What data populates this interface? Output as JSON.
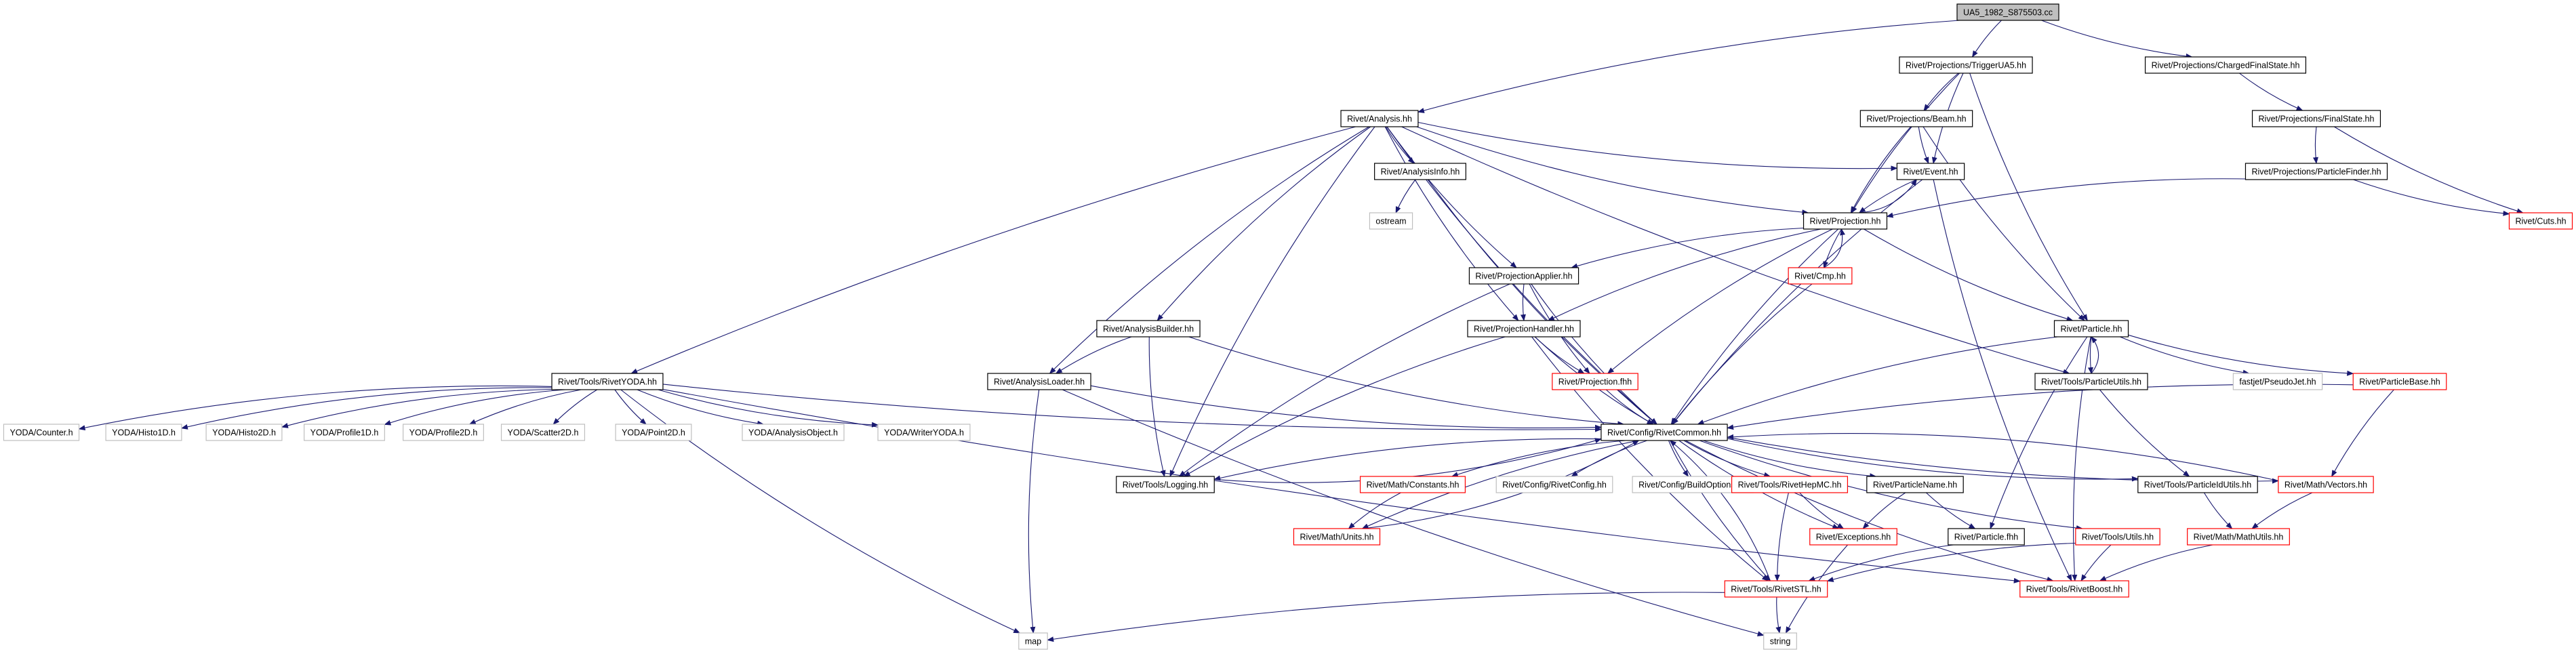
{
  "diagram": {
    "nodes": [
      {
        "id": "root",
        "label": "UA5_1982_S875503.cc",
        "style": "root"
      },
      {
        "id": "analysis",
        "label": "Rivet/Analysis.hh",
        "style": "normal"
      },
      {
        "id": "trigger",
        "label": "Rivet/Projections/TriggerUA5.hh",
        "style": "normal"
      },
      {
        "id": "chargedfs",
        "label": "Rivet/Projections/ChargedFinalState.hh",
        "style": "normal"
      },
      {
        "id": "finalstate",
        "label": "Rivet/Projections/FinalState.hh",
        "style": "normal"
      },
      {
        "id": "beam",
        "label": "Rivet/Projections/Beam.hh",
        "style": "normal"
      },
      {
        "id": "particlefinder",
        "label": "Rivet/Projections/ParticleFinder.hh",
        "style": "normal"
      },
      {
        "id": "analysisinfo",
        "label": "Rivet/AnalysisInfo.hh",
        "style": "normal"
      },
      {
        "id": "event",
        "label": "Rivet/Event.hh",
        "style": "normal"
      },
      {
        "id": "cuts",
        "label": "Rivet/Cuts.hh",
        "style": "red"
      },
      {
        "id": "ostream",
        "label": "ostream",
        "style": "gray"
      },
      {
        "id": "projection",
        "label": "Rivet/Projection.hh",
        "style": "normal"
      },
      {
        "id": "cmp",
        "label": "Rivet/Cmp.hh",
        "style": "red"
      },
      {
        "id": "projapplier",
        "label": "Rivet/ProjectionApplier.hh",
        "style": "normal"
      },
      {
        "id": "analysisbuilder",
        "label": "Rivet/AnalysisBuilder.hh",
        "style": "normal"
      },
      {
        "id": "projhandler",
        "label": "Rivet/ProjectionHandler.hh",
        "style": "normal"
      },
      {
        "id": "particle",
        "label": "Rivet/Particle.hh",
        "style": "normal"
      },
      {
        "id": "rivetyoda",
        "label": "Rivet/Tools/RivetYODA.hh",
        "style": "normal"
      },
      {
        "id": "analysisloader",
        "label": "Rivet/AnalysisLoader.hh",
        "style": "normal"
      },
      {
        "id": "projectionfhh",
        "label": "Rivet/Projection.fhh",
        "style": "red"
      },
      {
        "id": "particleutils",
        "label": "Rivet/Tools/ParticleUtils.hh",
        "style": "normal"
      },
      {
        "id": "pseudojet",
        "label": "fastjet/PseudoJet.hh",
        "style": "gray"
      },
      {
        "id": "particlebase",
        "label": "Rivet/ParticleBase.hh",
        "style": "red"
      },
      {
        "id": "counter",
        "label": "YODA/Counter.h",
        "style": "gray"
      },
      {
        "id": "histo1d",
        "label": "YODA/Histo1D.h",
        "style": "gray"
      },
      {
        "id": "histo2d",
        "label": "YODA/Histo2D.h",
        "style": "gray"
      },
      {
        "id": "profile1d",
        "label": "YODA/Profile1D.h",
        "style": "gray"
      },
      {
        "id": "profile2d",
        "label": "YODA/Profile2D.h",
        "style": "gray"
      },
      {
        "id": "scatter2d",
        "label": "YODA/Scatter2D.h",
        "style": "gray"
      },
      {
        "id": "point2d",
        "label": "YODA/Point2D.h",
        "style": "gray"
      },
      {
        "id": "analysisobject",
        "label": "YODA/AnalysisObject.h",
        "style": "gray"
      },
      {
        "id": "writeryoda",
        "label": "YODA/WriterYODA.h",
        "style": "gray"
      },
      {
        "id": "common",
        "label": "Rivet/Config/RivetCommon.hh",
        "style": "normal"
      },
      {
        "id": "logging",
        "label": "Rivet/Tools/Logging.hh",
        "style": "normal"
      },
      {
        "id": "constants",
        "label": "Rivet/Math/Constants.hh",
        "style": "red"
      },
      {
        "id": "rivetconfig",
        "label": "Rivet/Config/RivetConfig.hh",
        "style": "gray"
      },
      {
        "id": "buildoptions",
        "label": "Rivet/Config/BuildOptions.hh",
        "style": "gray"
      },
      {
        "id": "hepmc",
        "label": "Rivet/Tools/RivetHepMC.hh",
        "style": "red"
      },
      {
        "id": "particlename",
        "label": "Rivet/ParticleName.hh",
        "style": "normal"
      },
      {
        "id": "particleidutils",
        "label": "Rivet/Tools/ParticleIdUtils.hh",
        "style": "normal"
      },
      {
        "id": "vectors",
        "label": "Rivet/Math/Vectors.hh",
        "style": "red"
      },
      {
        "id": "units",
        "label": "Rivet/Math/Units.hh",
        "style": "red"
      },
      {
        "id": "exceptions",
        "label": "Rivet/Exceptions.hh",
        "style": "red"
      },
      {
        "id": "particlefhh",
        "label": "Rivet/Particle.fhh",
        "style": "normal"
      },
      {
        "id": "utils",
        "label": "Rivet/Tools/Utils.hh",
        "style": "red"
      },
      {
        "id": "mathutils",
        "label": "Rivet/Math/MathUtils.hh",
        "style": "red"
      },
      {
        "id": "rivetstl",
        "label": "Rivet/Tools/RivetSTL.hh",
        "style": "red"
      },
      {
        "id": "rivetboost",
        "label": "Rivet/Tools/RivetBoost.hh",
        "style": "red"
      },
      {
        "id": "map",
        "label": "map",
        "style": "gray"
      },
      {
        "id": "string",
        "label": "string",
        "style": "gray"
      }
    ],
    "edges": [
      [
        "root",
        "analysis"
      ],
      [
        "root",
        "trigger"
      ],
      [
        "root",
        "chargedfs"
      ],
      [
        "chargedfs",
        "finalstate"
      ],
      [
        "finalstate",
        "particlefinder"
      ],
      [
        "finalstate",
        "cuts"
      ],
      [
        "particlefinder",
        "projection"
      ],
      [
        "particlefinder",
        "cuts"
      ],
      [
        "trigger",
        "beam"
      ],
      [
        "trigger",
        "event"
      ],
      [
        "trigger",
        "projection"
      ],
      [
        "trigger",
        "particle"
      ],
      [
        "beam",
        "event"
      ],
      [
        "beam",
        "projection"
      ],
      [
        "beam",
        "particle"
      ],
      [
        "analysis",
        "analysisinfo"
      ],
      [
        "analysis",
        "event"
      ],
      [
        "analysis",
        "projection"
      ],
      [
        "analysis",
        "projapplier"
      ],
      [
        "analysis",
        "analysisbuilder"
      ],
      [
        "analysis",
        "projhandler"
      ],
      [
        "analysis",
        "rivetyoda"
      ],
      [
        "analysis",
        "analysisloader"
      ],
      [
        "analysis",
        "logging"
      ],
      [
        "analysis",
        "common"
      ],
      [
        "analysis",
        "particleutils"
      ],
      [
        "analysisinfo",
        "ostream"
      ],
      [
        "analysisinfo",
        "common"
      ],
      [
        "event",
        "projection"
      ],
      [
        "event",
        "common"
      ],
      [
        "event",
        "rivetboost"
      ],
      [
        "projection",
        "event"
      ],
      [
        "projection",
        "cmp"
      ],
      [
        "projection",
        "projapplier"
      ],
      [
        "projection",
        "projhandler"
      ],
      [
        "projection",
        "projectionfhh"
      ],
      [
        "projection",
        "common"
      ],
      [
        "projection",
        "particle"
      ],
      [
        "cmp",
        "projection"
      ],
      [
        "cmp",
        "common"
      ],
      [
        "projapplier",
        "projhandler"
      ],
      [
        "projapplier",
        "projectionfhh"
      ],
      [
        "projapplier",
        "common"
      ],
      [
        "projapplier",
        "logging"
      ],
      [
        "analysisbuilder",
        "analysisloader"
      ],
      [
        "analysisbuilder",
        "logging"
      ],
      [
        "analysisbuilder",
        "common"
      ],
      [
        "projhandler",
        "projectionfhh"
      ],
      [
        "projhandler",
        "common"
      ],
      [
        "projhandler",
        "logging"
      ],
      [
        "projhandler",
        "rivetstl"
      ],
      [
        "projectionfhh",
        "common"
      ],
      [
        "particle",
        "particleutils"
      ],
      [
        "particle",
        "pseudojet"
      ],
      [
        "particle",
        "particlebase"
      ],
      [
        "particle",
        "common"
      ],
      [
        "particle",
        "particlefhh"
      ],
      [
        "particle",
        "rivetboost"
      ],
      [
        "particleutils",
        "particle"
      ],
      [
        "particleutils",
        "particleidutils"
      ],
      [
        "particlebase",
        "common"
      ],
      [
        "particlebase",
        "vectors"
      ],
      [
        "rivetyoda",
        "counter"
      ],
      [
        "rivetyoda",
        "histo1d"
      ],
      [
        "rivetyoda",
        "histo2d"
      ],
      [
        "rivetyoda",
        "profile1d"
      ],
      [
        "rivetyoda",
        "profile2d"
      ],
      [
        "rivetyoda",
        "scatter2d"
      ],
      [
        "rivetyoda",
        "point2d"
      ],
      [
        "rivetyoda",
        "analysisobject"
      ],
      [
        "rivetyoda",
        "writeryoda"
      ],
      [
        "rivetyoda",
        "common"
      ],
      [
        "rivetyoda",
        "rivetboost"
      ],
      [
        "rivetyoda",
        "map"
      ],
      [
        "analysisloader",
        "common"
      ],
      [
        "analysisloader",
        "map"
      ],
      [
        "analysisloader",
        "string"
      ],
      [
        "common",
        "logging"
      ],
      [
        "common",
        "constants"
      ],
      [
        "common",
        "rivetconfig"
      ],
      [
        "common",
        "buildoptions"
      ],
      [
        "common",
        "hepmc"
      ],
      [
        "common",
        "particlename"
      ],
      [
        "common",
        "particleidutils"
      ],
      [
        "common",
        "vectors"
      ],
      [
        "common",
        "units"
      ],
      [
        "common",
        "exceptions"
      ],
      [
        "common",
        "utils"
      ],
      [
        "common",
        "rivetstl"
      ],
      [
        "common",
        "rivetboost"
      ],
      [
        "logging",
        "common"
      ],
      [
        "constants",
        "units"
      ],
      [
        "hepmc",
        "exceptions"
      ],
      [
        "hepmc",
        "rivetstl"
      ],
      [
        "particlename",
        "exceptions"
      ],
      [
        "particlename",
        "particlefhh"
      ],
      [
        "particleidutils",
        "mathutils"
      ],
      [
        "vectors",
        "common"
      ],
      [
        "vectors",
        "mathutils"
      ],
      [
        "units",
        "common"
      ],
      [
        "exceptions",
        "string"
      ],
      [
        "particlefhh",
        "rivetstl"
      ],
      [
        "utils",
        "rivetstl"
      ],
      [
        "utils",
        "rivetboost"
      ],
      [
        "mathutils",
        "rivetboost"
      ],
      [
        "rivetstl",
        "map"
      ],
      [
        "rivetstl",
        "string"
      ],
      [
        "rivetstl",
        "common"
      ]
    ],
    "colors": {
      "edge": "#191970",
      "normal_border": "#000000",
      "red_border": "#ff0000",
      "gray_border": "#bfbfbf",
      "root_fill": "#bfbfbf",
      "fill": "#ffffff"
    }
  }
}
